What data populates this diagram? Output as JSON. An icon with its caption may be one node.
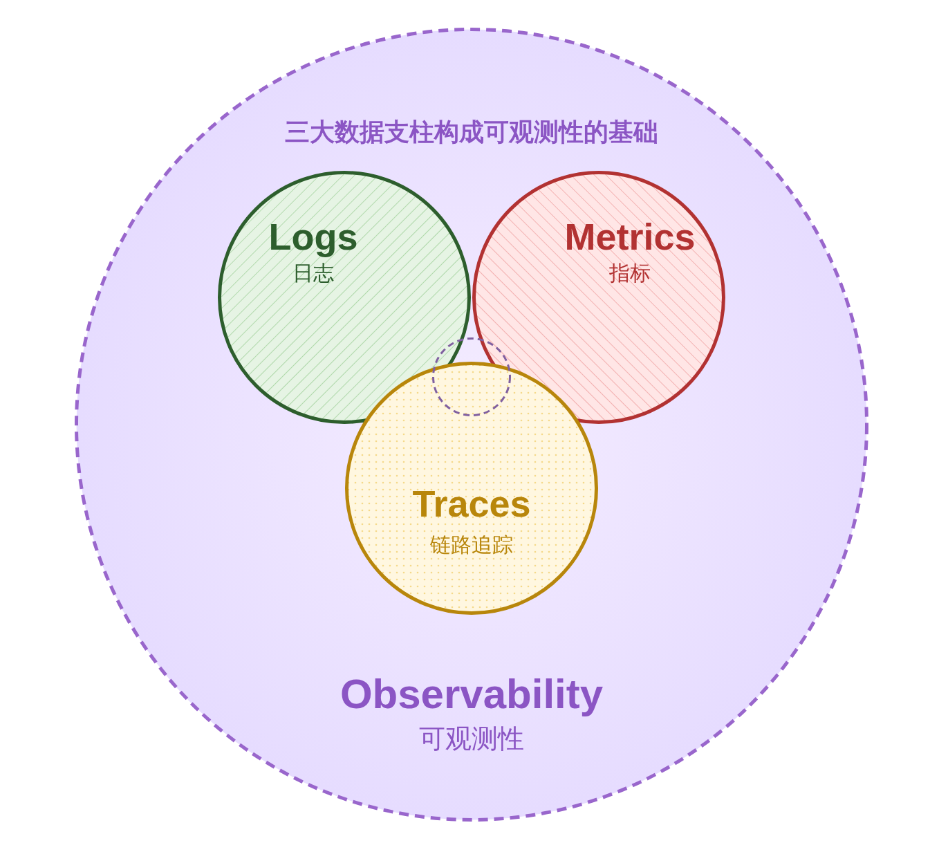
{
  "diagram": {
    "title": "三大数据支柱构成可观测性的基础",
    "nodes": [
      {
        "text": [
          "Observability",
          "可观测性"
        ]
      },
      {
        "text": [
          "Logs",
          "日志"
        ],
        "in": 0
      },
      {
        "text": [
          "Metrics",
          "指标"
        ],
        "in": 0
      },
      {
        "text": [
          "Traces",
          "链路追踪"
        ],
        "in": 0
      },
      {
        "text": [],
        "shape": "circle",
        "in": 0
      }
    ],
    "edges": []
  }
}
